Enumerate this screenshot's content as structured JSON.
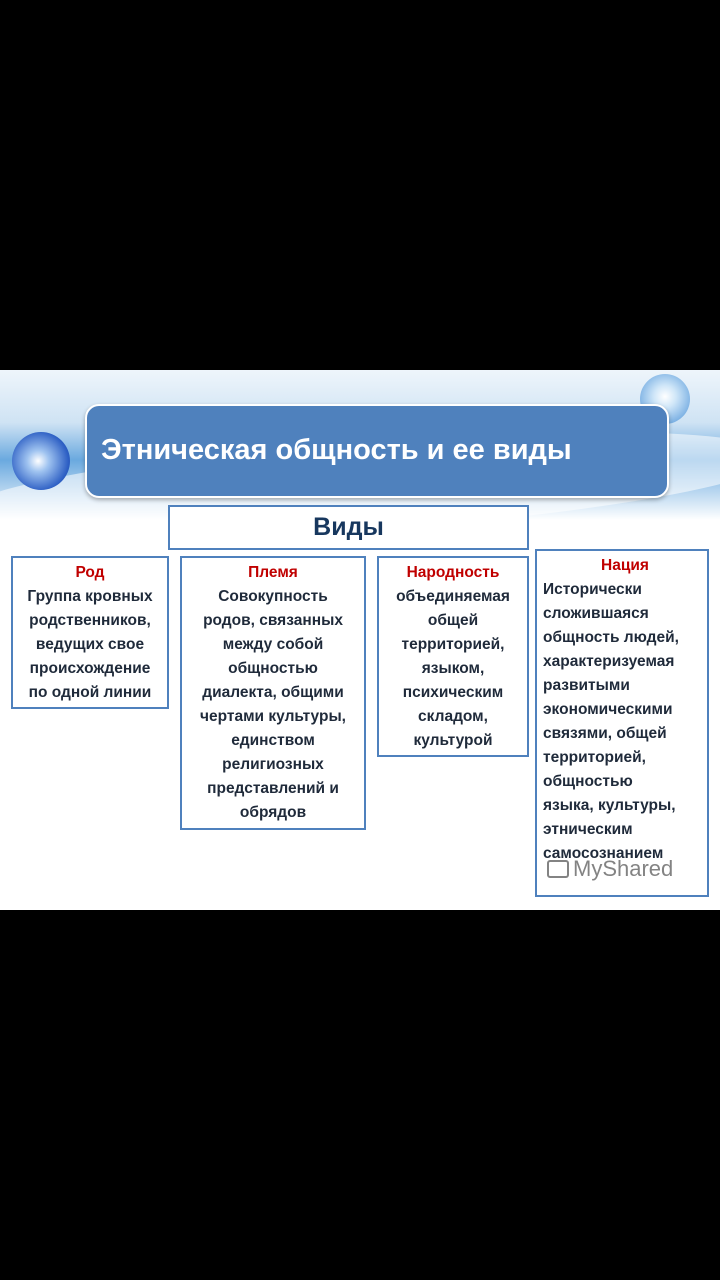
{
  "title": "Этническая общность и ее виды",
  "subtitle": "Виды",
  "types": [
    {
      "name": "Род",
      "lines": [
        "Группа кровных",
        "родственников,",
        "ведущих  свое",
        "происхождение",
        "по одной линии"
      ]
    },
    {
      "name": "Племя",
      "lines": [
        "Совокупность",
        "родов, связанных",
        "между собой",
        "общностью",
        "диалекта, общими",
        "чертами культуры,",
        "единством",
        "религиозных",
        "представлений и",
        "обрядов"
      ]
    },
    {
      "name": "Народность",
      "lines": [
        "объединяемая",
        "общей",
        "территорией,",
        "языком,",
        "психическим",
        "складом,",
        "культурой"
      ]
    },
    {
      "name": "Нация",
      "lines": [
        "Исторически",
        "сложившаяся",
        "общность людей,",
        "характеризуемая",
        "развитыми",
        "экономическими",
        "связями, общей",
        "территорией,",
        "общностью",
        "языка,  культуры,",
        "этническим",
        "самосознанием"
      ]
    }
  ],
  "watermark": "MyShared"
}
